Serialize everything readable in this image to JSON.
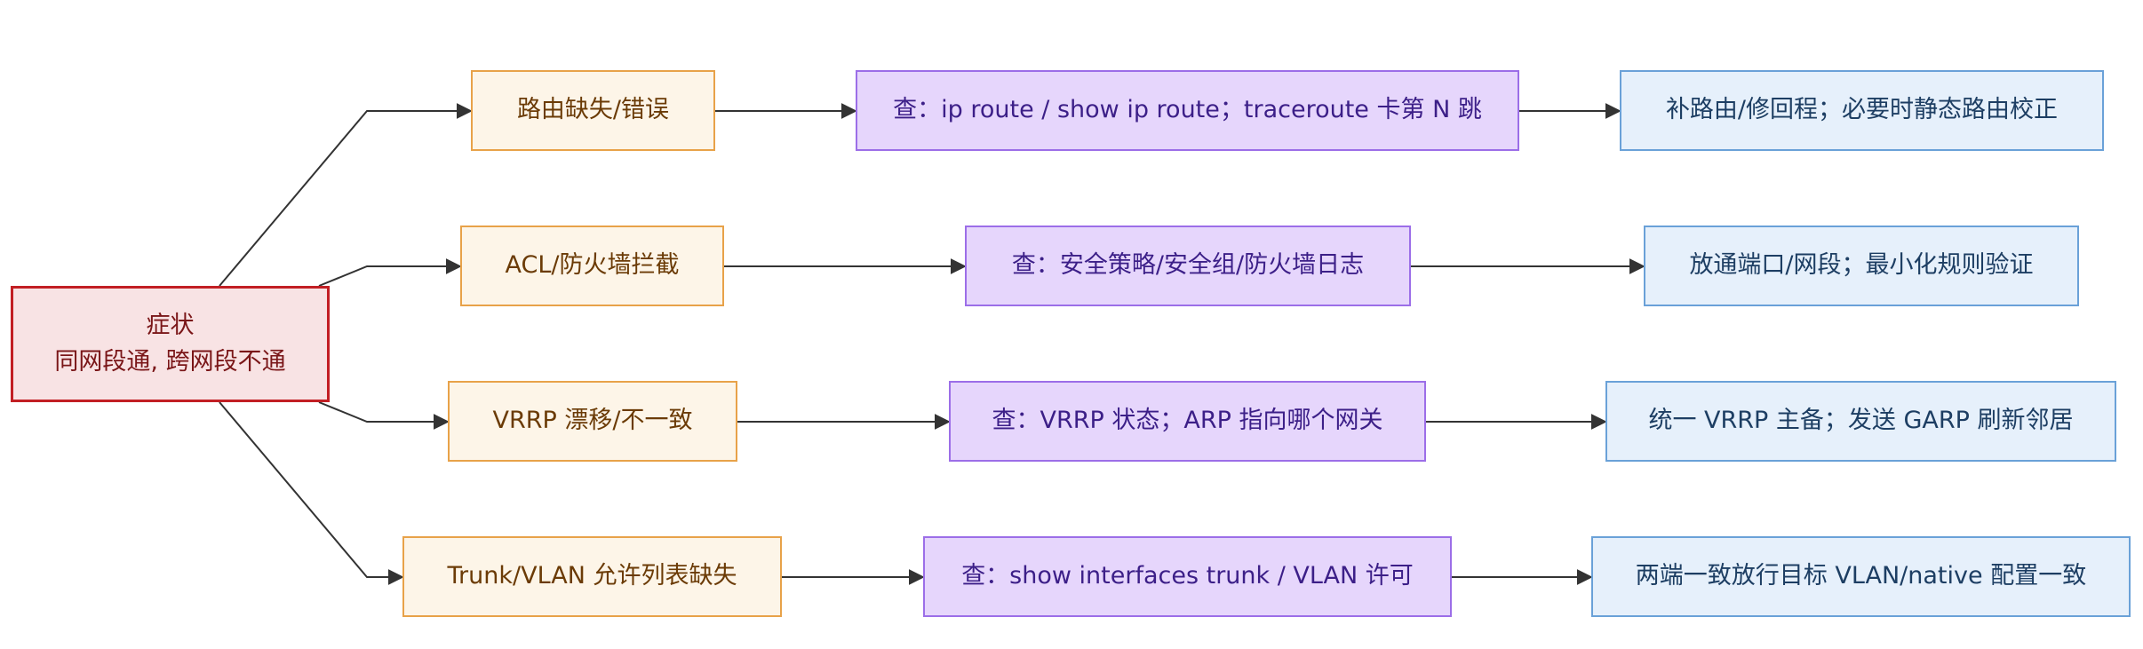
{
  "root": {
    "line1": "症状",
    "line2": "同网段通, 跨网段不通"
  },
  "rows": [
    {
      "cause": "路由缺失/错误",
      "check": "查：ip route / show ip route；traceroute 卡第 N 跳",
      "fix": "补路由/修回程；必要时静态路由校正"
    },
    {
      "cause": "ACL/防火墙拦截",
      "check": "查：安全策略/安全组/防火墙日志",
      "fix": "放通端口/网段；最小化规则验证"
    },
    {
      "cause": "VRRP 漂移/不一致",
      "check": "查：VRRP 状态；ARP 指向哪个网关",
      "fix": "统一 VRRP 主备；发送 GARP 刷新邻居"
    },
    {
      "cause": "Trunk/VLAN 允许列表缺失",
      "check": "查：show interfaces trunk / VLAN 许可",
      "fix": "两端一致放行目标 VLAN/native 配置一致"
    }
  ],
  "colors": {
    "edge": "#333333",
    "root_border": "#c21f24",
    "cause_border": "#e8a249",
    "check_border": "#9c6ee8",
    "fix_border": "#6aa1d8"
  }
}
